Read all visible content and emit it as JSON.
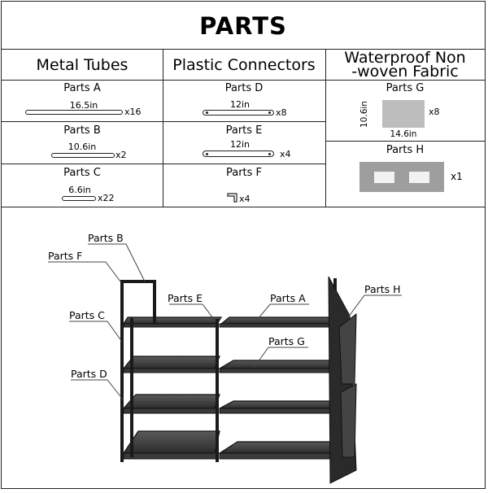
{
  "title": "PARTS",
  "columns": {
    "metal": "Metal Tubes",
    "plastic": "Plastic Connectors",
    "fabric_line1": "Waterproof Non",
    "fabric_line2": "-woven Fabric"
  },
  "parts": {
    "a": {
      "name": "Parts A",
      "size": "16.5in",
      "qty": "x16"
    },
    "b": {
      "name": "Parts B",
      "size": "10.6in",
      "qty": "x2"
    },
    "c": {
      "name": "Parts C",
      "size": "6.6in",
      "qty": "x22"
    },
    "d": {
      "name": "Parts D",
      "size": "12in",
      "qty": "x8"
    },
    "e": {
      "name": "Parts E",
      "size": "12in",
      "qty": "x4"
    },
    "f": {
      "name": "Parts F",
      "qty": "x4"
    },
    "g": {
      "name": "Parts G",
      "height": "10.6in",
      "width": "14.6in",
      "qty": "x8"
    },
    "h": {
      "name": "Parts H",
      "qty": "x1"
    }
  },
  "callouts": {
    "b": "Parts B",
    "f": "Parts F",
    "c": "Parts C",
    "d": "Parts D",
    "e": "Parts E",
    "a": "Parts A",
    "g": "Parts G",
    "h": "Parts H"
  }
}
